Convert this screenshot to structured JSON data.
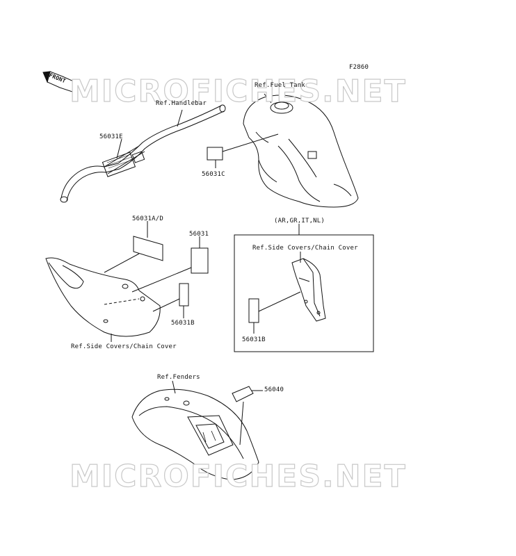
{
  "figure_code": "F2860",
  "watermark_text": "MICROFICHES.NET",
  "front_arrow": "FRONT",
  "labels": {
    "ref_handlebar": "Ref.Handlebar",
    "ref_fuel_tank": "Ref.Fuel Tank",
    "p_56031E": "56031E",
    "p_56031C": "56031C",
    "p_56031AD": "56031A/D",
    "p_56031": "56031",
    "p_56031B_left": "56031B",
    "ref_side_covers_left": "Ref.Side Covers/Chain Cover",
    "region_codes": "(AR,GR,IT,NL)",
    "ref_side_covers_box": "Ref.Side Covers/Chain Cover",
    "p_56031B_box": "56031B",
    "ref_fenders": "Ref.Fenders",
    "p_56040": "56040"
  },
  "colors": {
    "line": "#111111",
    "watermark_stroke": "#c8c8c8"
  }
}
